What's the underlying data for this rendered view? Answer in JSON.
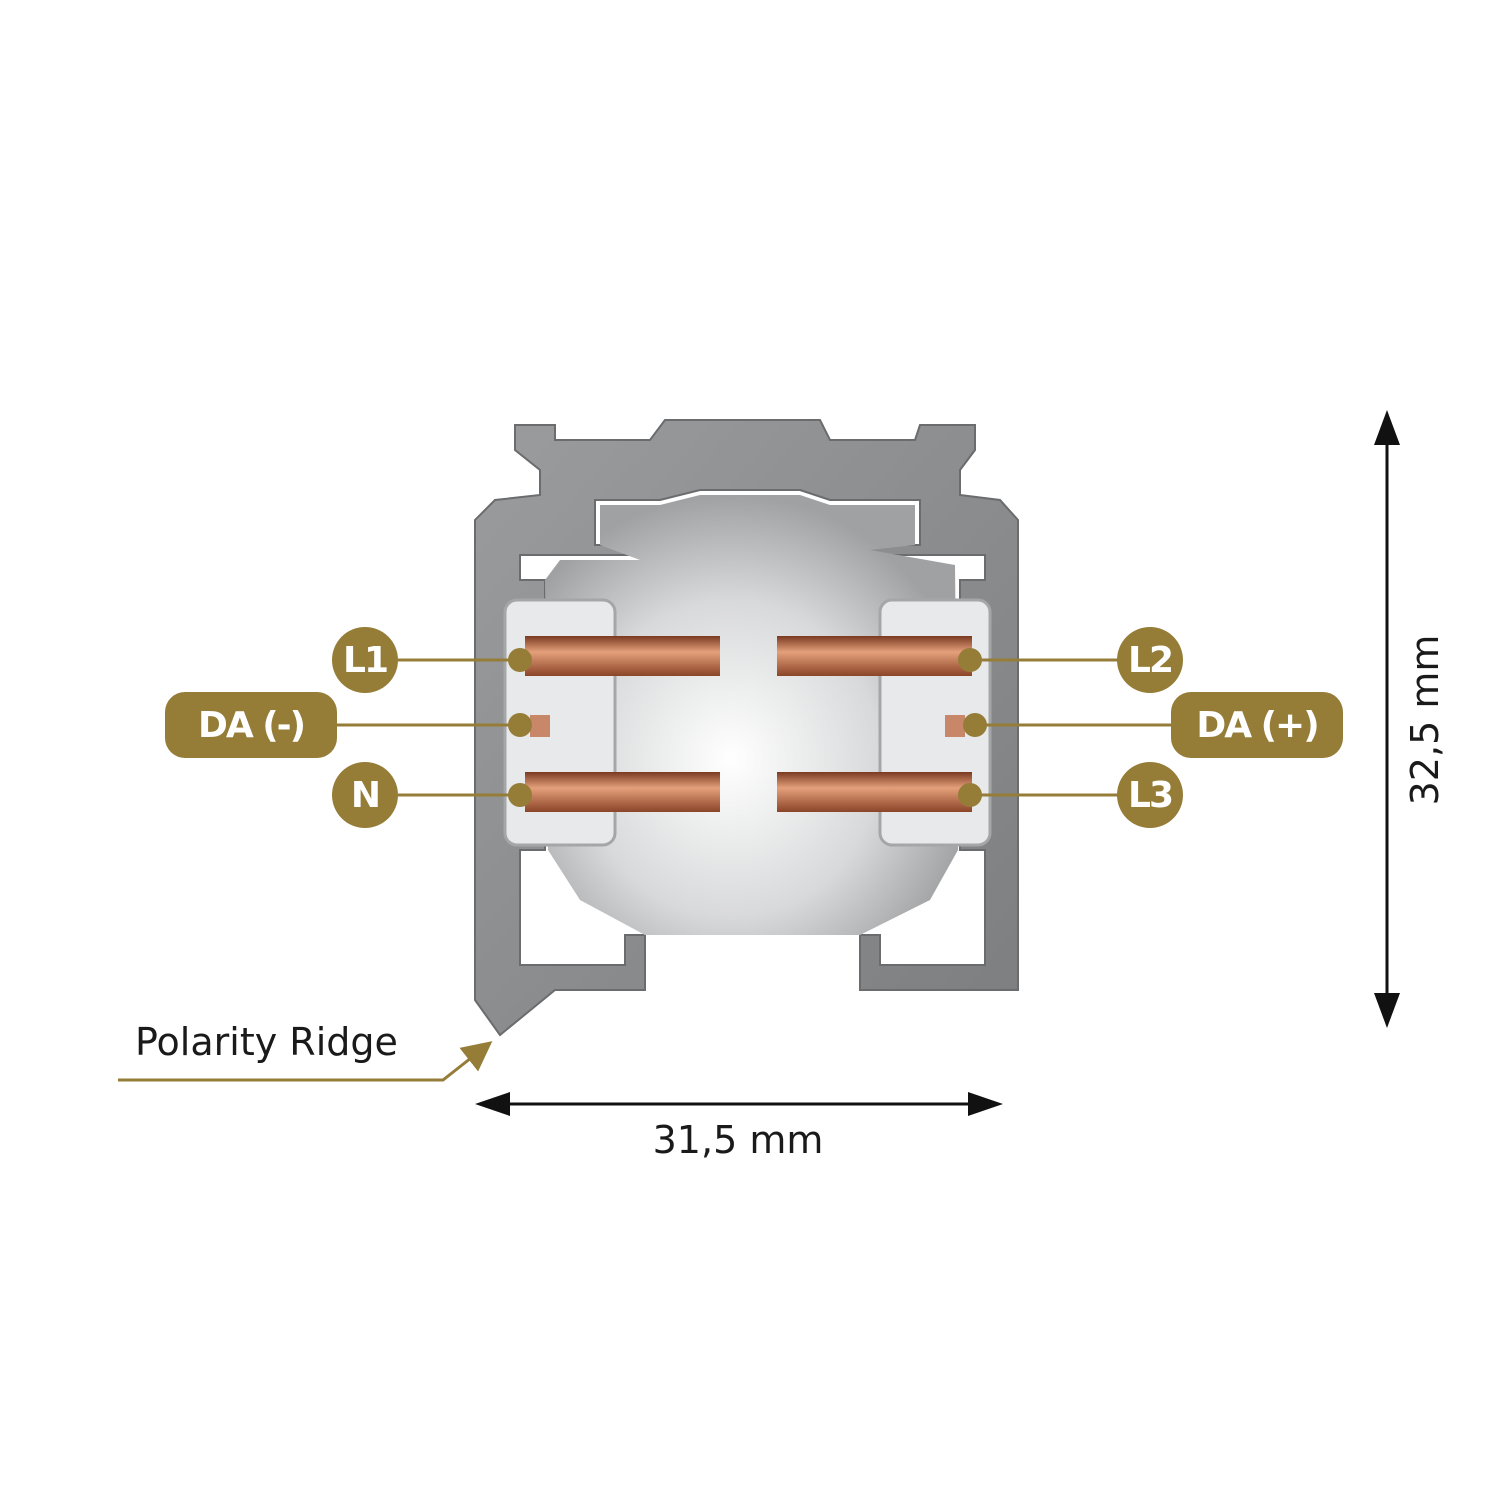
{
  "labels": {
    "l1": "L1",
    "da_minus": "DA (-)",
    "n": "N",
    "l2": "L2",
    "da_plus": "DA (+)",
    "l3": "L3"
  },
  "dimensions": {
    "height": "32,5 mm",
    "width": "31,5 mm"
  },
  "annotation": "Polarity Ridge",
  "colors": {
    "accent": "#957d38",
    "aluminium": "#8c8e90",
    "copper": "#b5653f"
  }
}
